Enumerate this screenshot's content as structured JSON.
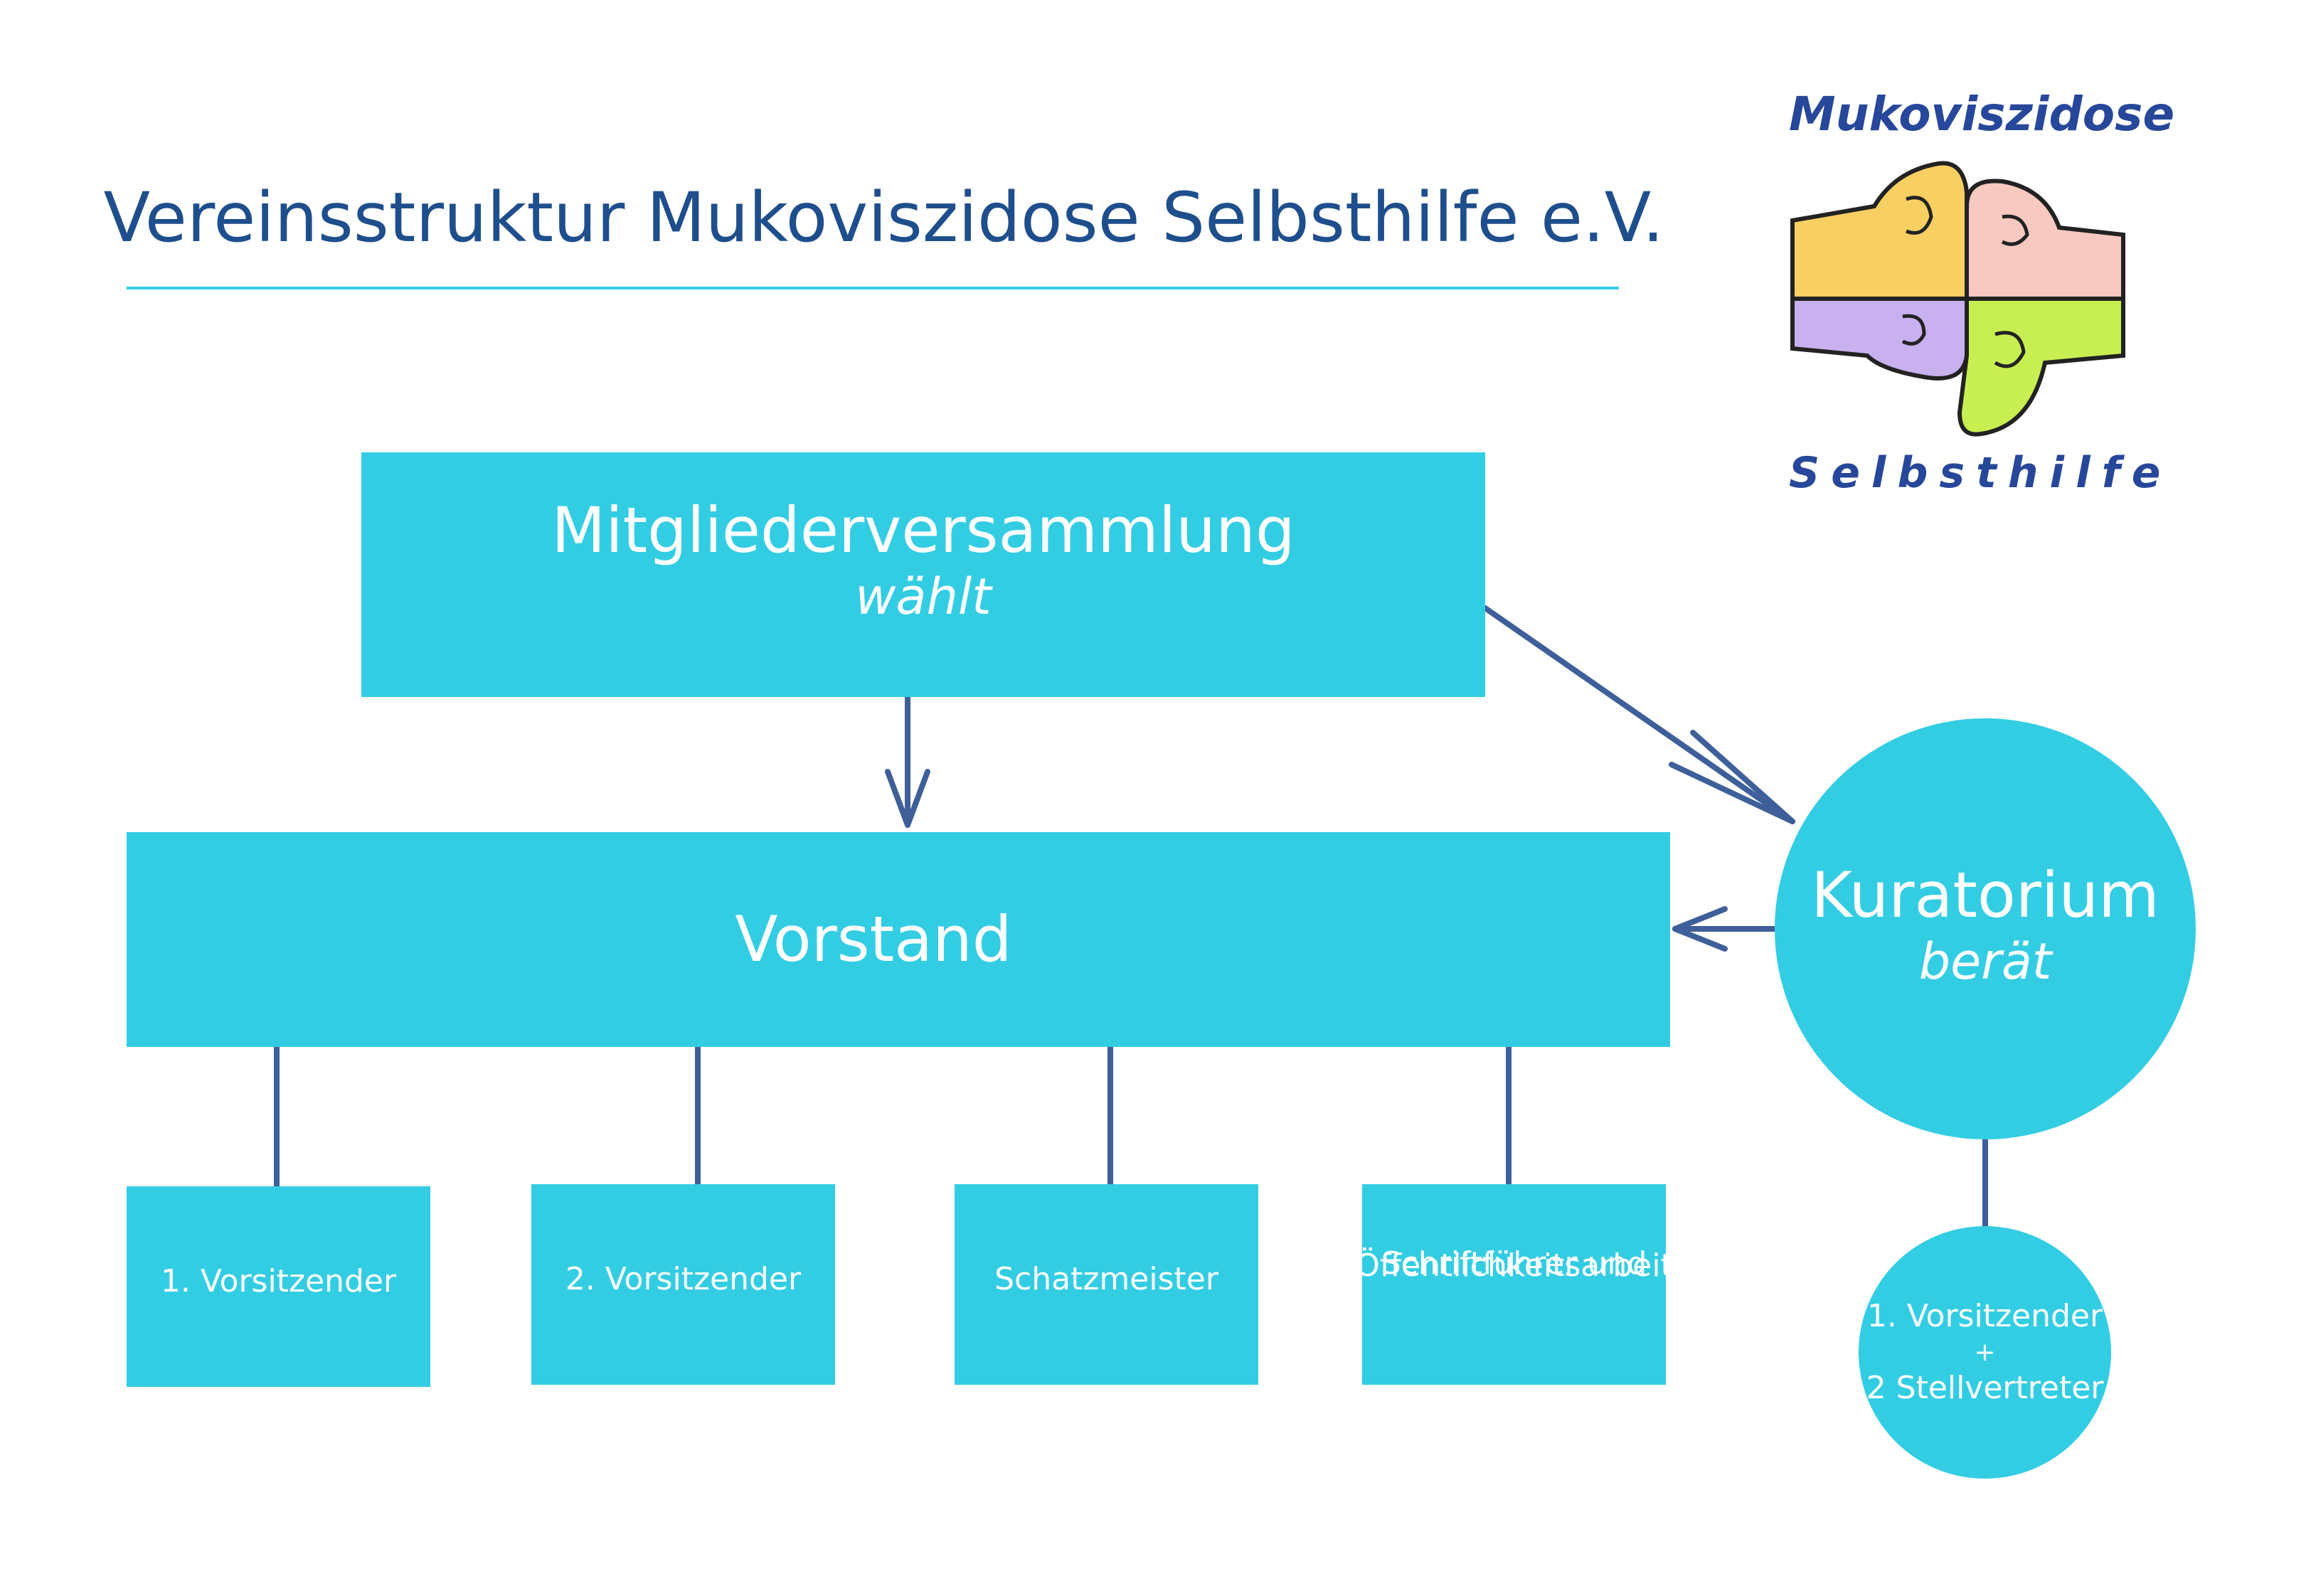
{
  "title": "Vereinsstruktur Mukoviszidose Selbsthilfe e.V.",
  "logo": {
    "top_text": "Mukoviszidose",
    "bottom_text": "Selbsthilfe",
    "colors": [
      "#f7cf62",
      "#f7c9c0",
      "#c9b0ee",
      "#c8ef52"
    ]
  },
  "nodes": {
    "mitgliederversammlung": {
      "label": "Mitgliederversammlung",
      "sublabel": "wählt"
    },
    "vorstand": {
      "label": "Vorstand"
    },
    "kuratorium": {
      "label": "Kuratorium",
      "sublabel": "berät"
    },
    "vorstand_roles": [
      {
        "label": "1. Vorsitzender"
      },
      {
        "label": "2. Vorsitzender"
      },
      {
        "label": "Schatzmeister"
      },
      {
        "line1": "Schriftführer und",
        "line2": "Öffentlichkeitsarbeit"
      }
    ],
    "kuratorium_members": {
      "line1": "1. Vorsitzender",
      "line2": "+",
      "line3": "2 Stellvertreter"
    }
  },
  "colors": {
    "box_fill": "#33cde3",
    "box_text": "#ffffff",
    "title_text": "#1e4e8c",
    "connector": "#3e5f99"
  }
}
